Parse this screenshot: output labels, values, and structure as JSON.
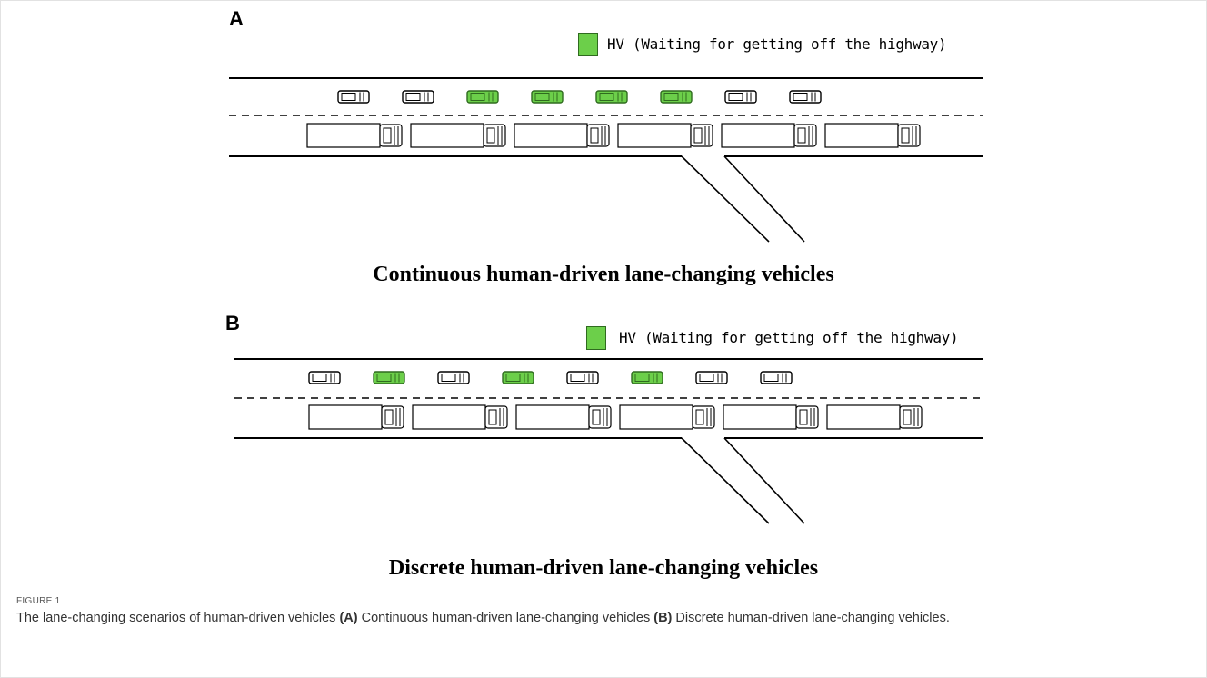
{
  "colors": {
    "hv_fill": "#6ccf4a",
    "hv_stroke": "#2f6b1f",
    "vehicle_stroke": "#000000"
  },
  "panels": [
    {
      "letter": "A",
      "legend_text": "HV (Waiting for getting off the highway)",
      "title": "Continuous human-driven lane-changing vehicles",
      "cars": [
        "white",
        "white",
        "green",
        "green",
        "green",
        "green",
        "white",
        "white"
      ]
    },
    {
      "letter": "B",
      "legend_text": "HV (Waiting for getting off the highway)",
      "title": "Discrete human-driven lane-changing vehicles",
      "cars": [
        "white",
        "green",
        "white",
        "green",
        "white",
        "green",
        "white",
        "white"
      ]
    }
  ],
  "figure": {
    "label": "FIGURE 1",
    "caption_lead": "The lane-changing scenarios of human-driven vehicles ",
    "caption_a_tag": "(A)",
    "caption_a_text": " Continuous human-driven lane-changing vehicles ",
    "caption_b_tag": "(B)",
    "caption_b_text": " Discrete human-driven lane-changing vehicles."
  }
}
